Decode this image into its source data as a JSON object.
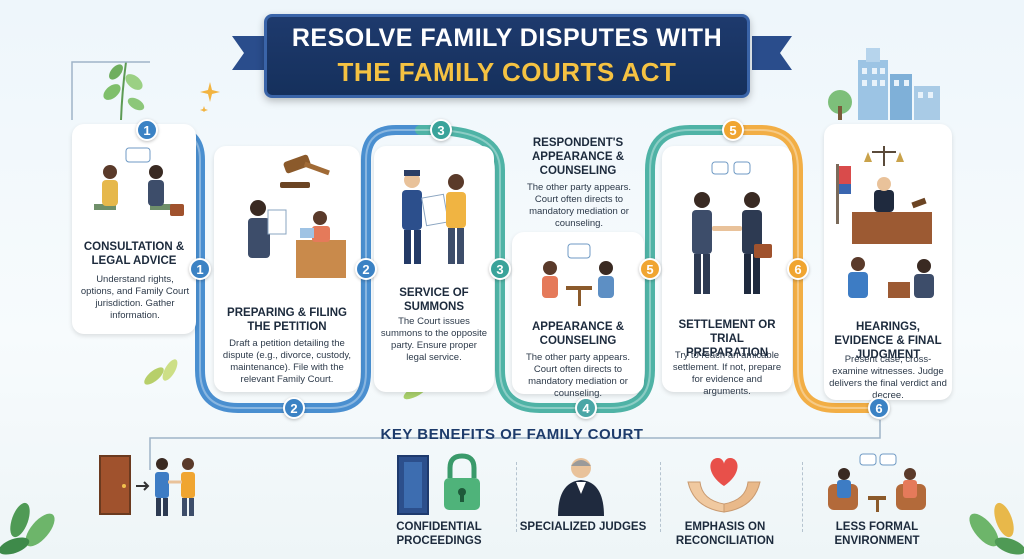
{
  "title": {
    "line1": "RESOLVE FAMILY DISPUTES WITH",
    "line2": "THE FAMILY COURTS ACT"
  },
  "steps": [
    {
      "number": "1",
      "heading": "CONSULTATION & LEGAL ADVICE",
      "description": "Understand rights, options, and Family Court jurisdiction. Gather information.",
      "color": "#3b82c4"
    },
    {
      "number": "2",
      "heading": "PREPARING & FILING THE PETITION",
      "description": "Draft a petition detailing the dispute (e.g., divorce, custody, maintenance). File with the relevant Family Court.",
      "color": "#3b82c4"
    },
    {
      "number": "3",
      "heading": "SERVICE OF SUMMONS",
      "description": "The Court issues summons to the opposite party. Ensure proper legal service.",
      "color": "#3aa39a"
    },
    {
      "number": "4",
      "heading": "APPEARANCE & COUNSELING",
      "description": "The other party appears. Court often directs to mandatory mediation or counseling.",
      "color": "#4aa6a6"
    },
    {
      "number": "5",
      "heading": "SETTLEMENT OR TRIAL PREPARATION",
      "description": "Try to reach an amicable settlement. If not, prepare for evidence and arguments.",
      "color": "#f0a531"
    },
    {
      "number": "6",
      "heading": "HEARINGS, EVIDENCE & FINAL JUDGMENT",
      "description": "Present case, cross-examine witnesses. Judge delivers the final verdict and decree.",
      "color": "#f0a531"
    }
  ],
  "respondent": {
    "heading": "RESPONDENT'S APPEARANCE & COUNSELING",
    "description": "The other party appears. Court often directs to mandatory mediation or counseling."
  },
  "benefits": {
    "title": "KEY BENEFITS OF FAMILY COURT",
    "items": [
      {
        "label": "CONFIDENTIAL PROCEEDINGS"
      },
      {
        "label": "SPECIALIZED JUDGES"
      },
      {
        "label": "EMPHASIS ON RECONCILIATION"
      },
      {
        "label": "LESS FORMAL ENVIRONMENT"
      }
    ]
  },
  "colors": {
    "navy": "#1e3a6d",
    "gold": "#f5c242",
    "blue": "#3b82c4",
    "teal": "#3aa39a",
    "orange": "#f0a531"
  }
}
